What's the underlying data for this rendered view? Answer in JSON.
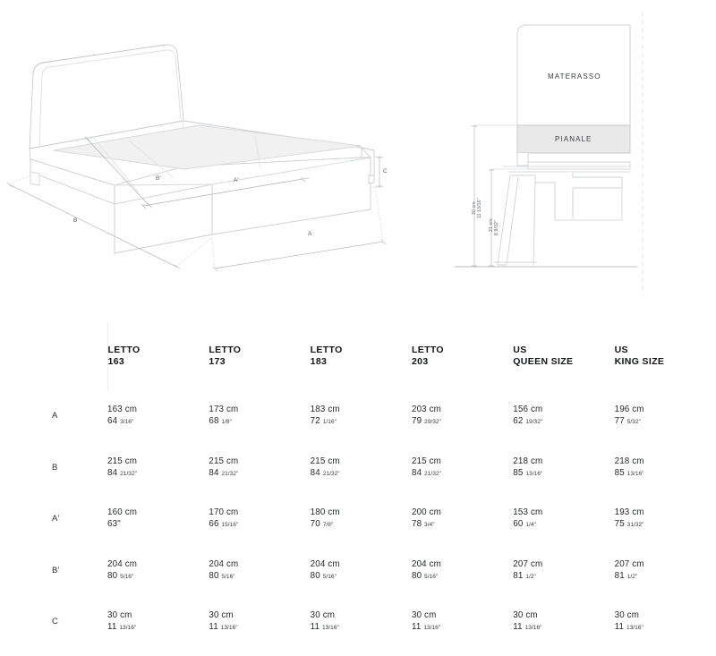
{
  "drawing": {
    "perspective": {
      "name": "bed-perspective-drawing",
      "dimension_labels": [
        {
          "key": "B-prime",
          "text": "B'"
        },
        {
          "key": "A-prime",
          "text": "A'"
        },
        {
          "key": "B-outer",
          "text": "B"
        },
        {
          "key": "A-outer",
          "text": "A"
        },
        {
          "key": "C-height",
          "text": "C"
        }
      ]
    },
    "section": {
      "name": "bed-section-drawing",
      "part_labels": [
        {
          "key": "mattress",
          "text": "MATERASSO"
        },
        {
          "key": "platform",
          "text": "PIANALE"
        }
      ],
      "vertical_dimensions": [
        {
          "key": "total",
          "cm": "30 cm",
          "inch": "11 13/16\""
        },
        {
          "key": "under",
          "cm": "21 cm",
          "inch": "8 9/32\""
        }
      ]
    },
    "colors": {
      "line": "#c9cccf",
      "shaded_fill": "#f1f1f1",
      "platform_fill": "#e9e9e9",
      "dim_line": "#b9bcbf"
    }
  },
  "table": {
    "row_label_header": "",
    "columns": [
      {
        "line1": "LETTO",
        "line2": "163"
      },
      {
        "line1": "LETTO",
        "line2": "173"
      },
      {
        "line1": "LETTO",
        "line2": "183"
      },
      {
        "line1": "LETTO",
        "line2": "203"
      },
      {
        "line1": "US",
        "line2": "QUEEN SIZE"
      },
      {
        "line1": "US",
        "line2": "KING SIZE"
      }
    ],
    "rows": [
      {
        "label": "A",
        "cells": [
          {
            "cm": "163 cm",
            "whole": "64",
            "frac": "3/16\""
          },
          {
            "cm": "173 cm",
            "whole": "68",
            "frac": "1/8\""
          },
          {
            "cm": "183 cm",
            "whole": "72",
            "frac": "1/16\""
          },
          {
            "cm": "203 cm",
            "whole": "79",
            "frac": "29/32\""
          },
          {
            "cm": "156 cm",
            "whole": "62",
            "frac": "19/32\""
          },
          {
            "cm": "196 cm",
            "whole": "77",
            "frac": "5/32\""
          }
        ]
      },
      {
        "label": "B",
        "cells": [
          {
            "cm": "215 cm",
            "whole": "84",
            "frac": "21/32\""
          },
          {
            "cm": "215 cm",
            "whole": "84",
            "frac": "21/32\""
          },
          {
            "cm": "215 cm",
            "whole": "84",
            "frac": "21/32\""
          },
          {
            "cm": "215 cm",
            "whole": "84",
            "frac": "21/32\""
          },
          {
            "cm": "218 cm",
            "whole": "85",
            "frac": "13/16\""
          },
          {
            "cm": "218 cm",
            "whole": "85",
            "frac": "13/16\""
          }
        ]
      },
      {
        "label": "A'",
        "cells": [
          {
            "cm": "160 cm",
            "whole": "63\"",
            "frac": ""
          },
          {
            "cm": "170 cm",
            "whole": "66",
            "frac": "15/16\""
          },
          {
            "cm": "180 cm",
            "whole": "70",
            "frac": "7/8\""
          },
          {
            "cm": "200 cm",
            "whole": "78",
            "frac": "3/4\""
          },
          {
            "cm": "153 cm",
            "whole": "60",
            "frac": "1/4\""
          },
          {
            "cm": "193 cm",
            "whole": "75",
            "frac": "31/32\""
          }
        ]
      },
      {
        "label": "B'",
        "cells": [
          {
            "cm": "204 cm",
            "whole": "80",
            "frac": "5/16\""
          },
          {
            "cm": "204 cm",
            "whole": "80",
            "frac": "5/16\""
          },
          {
            "cm": "204 cm",
            "whole": "80",
            "frac": "5/16\""
          },
          {
            "cm": "204 cm",
            "whole": "80",
            "frac": "5/16\""
          },
          {
            "cm": "207 cm",
            "whole": "81",
            "frac": "1/2\""
          },
          {
            "cm": "207 cm",
            "whole": "81",
            "frac": "1/2\""
          }
        ]
      },
      {
        "label": "C",
        "cells": [
          {
            "cm": "30 cm",
            "whole": "11",
            "frac": "13/16\""
          },
          {
            "cm": "30 cm",
            "whole": "11",
            "frac": "13/16\""
          },
          {
            "cm": "30 cm",
            "whole": "11",
            "frac": "13/16\""
          },
          {
            "cm": "30 cm",
            "whole": "11",
            "frac": "13/16\""
          },
          {
            "cm": "30 cm",
            "whole": "11",
            "frac": "13/16\""
          },
          {
            "cm": "30 cm",
            "whole": "11",
            "frac": "13/16\""
          }
        ]
      }
    ]
  }
}
